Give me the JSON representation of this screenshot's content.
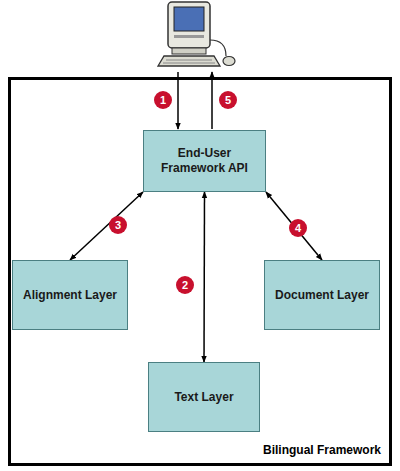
{
  "diagram": {
    "nodes": [
      {
        "text": [
          "Bilingual Framework"
        ]
      },
      {
        "text": [
          "End-User Framework API"
        ],
        "in": 0
      },
      {
        "text": [
          "Alignment Layer"
        ],
        "in": 0
      },
      {
        "text": [
          "Document Layer"
        ],
        "in": 0
      },
      {
        "text": [
          "Text Layer"
        ],
        "in": 0
      }
    ],
    "edges": [
      {
        "from": 1,
        "to": 4,
        "arrow": "both"
      },
      {
        "from": 1,
        "to": 2,
        "arrow": "both"
      },
      {
        "from": 1,
        "to": 3,
        "arrow": "both"
      }
    ],
    "labels": [
      "1",
      "5",
      "3",
      "2",
      "4"
    ]
  }
}
